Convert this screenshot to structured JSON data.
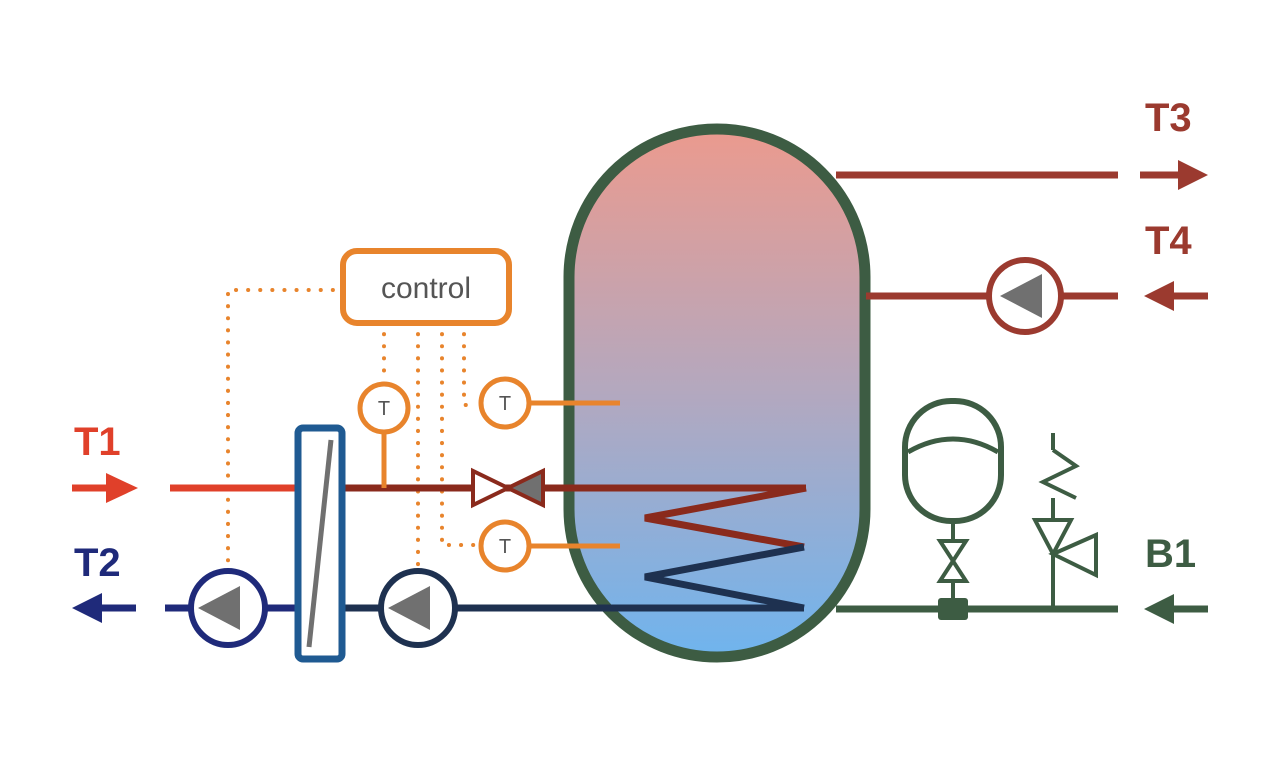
{
  "labels": {
    "t1": "T1",
    "t2": "T2",
    "t3": "T3",
    "t4": "T4",
    "b1": "B1",
    "control": "control",
    "sensor": "T"
  },
  "colors": {
    "hot_red": "#e0402a",
    "dark_red": "#8a2a1c",
    "secondary_red": "#9b3a2f",
    "navy": "#1f2a7a",
    "dark_navy": "#1e3150",
    "green": "#3d5c43",
    "orange": "#e8842c",
    "gray_arrow": "#707070",
    "hx_blue": "#1f5a92",
    "tank_top": "#eb9a8e",
    "tank_bottom": "#6fb4ee"
  }
}
